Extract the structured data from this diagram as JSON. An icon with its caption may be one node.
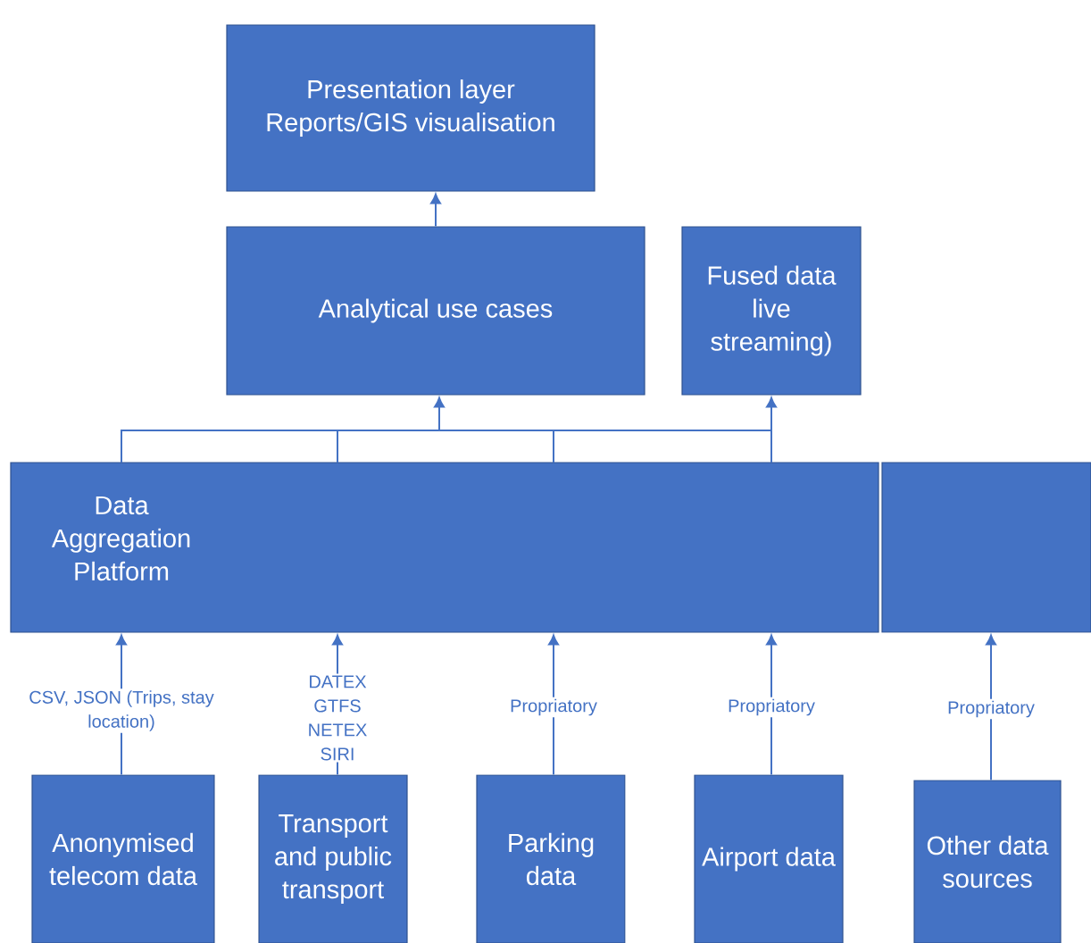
{
  "diagram": {
    "nodes": [
      {
        "text": [
          "Presentation layer Reports/GIS visualisation"
        ]
      },
      {
        "text": [
          "Analytical use cases"
        ]
      },
      {
        "text": [
          "Fused data live streaming)"
        ]
      },
      {
        "text": [
          "Data Aggregation Platform"
        ]
      },
      {
        "text": [],
        "shape": "box"
      },
      {
        "text": [
          "Anonymised telecom data"
        ]
      },
      {
        "text": [
          "Transport and public transport"
        ]
      },
      {
        "text": [
          "Parking data"
        ]
      },
      {
        "text": [
          "Airport data"
        ]
      },
      {
        "text": [
          "Other data sources"
        ]
      }
    ],
    "edges": [
      {
        "from": 1,
        "to": 0,
        "arrow": "to"
      },
      {
        "from": 3,
        "to": 1,
        "arrow": "to"
      },
      {
        "from": 3,
        "to": 2,
        "arrow": "to"
      },
      {
        "from": 5,
        "to": 3,
        "arrow": "to",
        "label": "CSV, JSON (Trips, stay location)"
      },
      {
        "from": 6,
        "to": 3,
        "arrow": "to",
        "label": "DATEX GTFS NETEX SIRI"
      },
      {
        "from": 7,
        "to": 3,
        "arrow": "to",
        "label": "Propriatory"
      },
      {
        "from": 8,
        "to": 3,
        "arrow": "to",
        "label": "Propriatory"
      },
      {
        "from": 9,
        "to": 4,
        "arrow": "to",
        "label": "Propriatory"
      }
    ]
  }
}
